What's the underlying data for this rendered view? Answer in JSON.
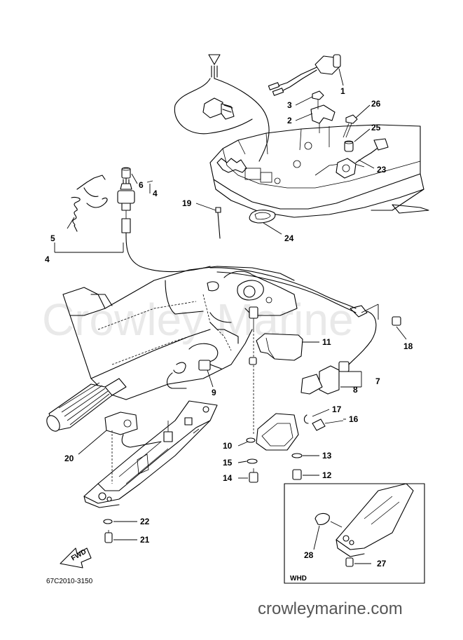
{
  "watermark": "Crowley Marine",
  "footer": "crowleymarine.com",
  "diagram_code": "67C2010-3150",
  "inset_label": "WHD",
  "fwd_label": "FWD",
  "callouts": {
    "c1": "1",
    "c2": "2",
    "c3": "3",
    "c4a": "4",
    "c4b": "4",
    "c5": "5",
    "c6": "6",
    "c7": "7",
    "c8": "8",
    "c9": "9",
    "c10": "10",
    "c11": "11",
    "c12": "12",
    "c13": "13",
    "c14": "14",
    "c15": "15",
    "c16": "16",
    "c17": "17",
    "c18": "18",
    "c19": "19",
    "c20": "20",
    "c21": "21",
    "c22": "22",
    "c23": "23",
    "c24": "24",
    "c25": "25",
    "c26": "26",
    "c27": "27",
    "c28": "28"
  }
}
